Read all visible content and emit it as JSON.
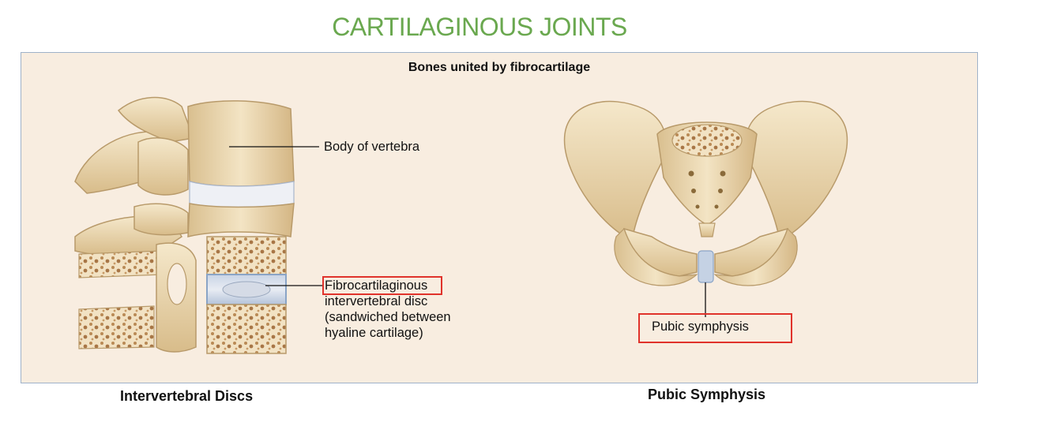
{
  "title": "CARTILAGINOUS JOINTS",
  "panel": {
    "subtitle": "Bones united by fibrocartilage"
  },
  "labels": {
    "body_of_vertebra": "Body of vertebra",
    "fibro_line1": "Fibrocartilaginous",
    "fibro_line2": "intervertebral disc",
    "fibro_line3": "(sandwiched between",
    "fibro_line4": "hyaline cartilage)",
    "pubic_symphysis": "Pubic symphysis"
  },
  "captions": {
    "left": "Intervertebral Discs",
    "right": "Pubic Symphysis"
  },
  "colors": {
    "title": "#6aa84f",
    "highlight": "#e0332b",
    "panel_bg": "#f8ede0",
    "bone": "#ecd9b3",
    "cartilage": "#b8c8dc"
  }
}
